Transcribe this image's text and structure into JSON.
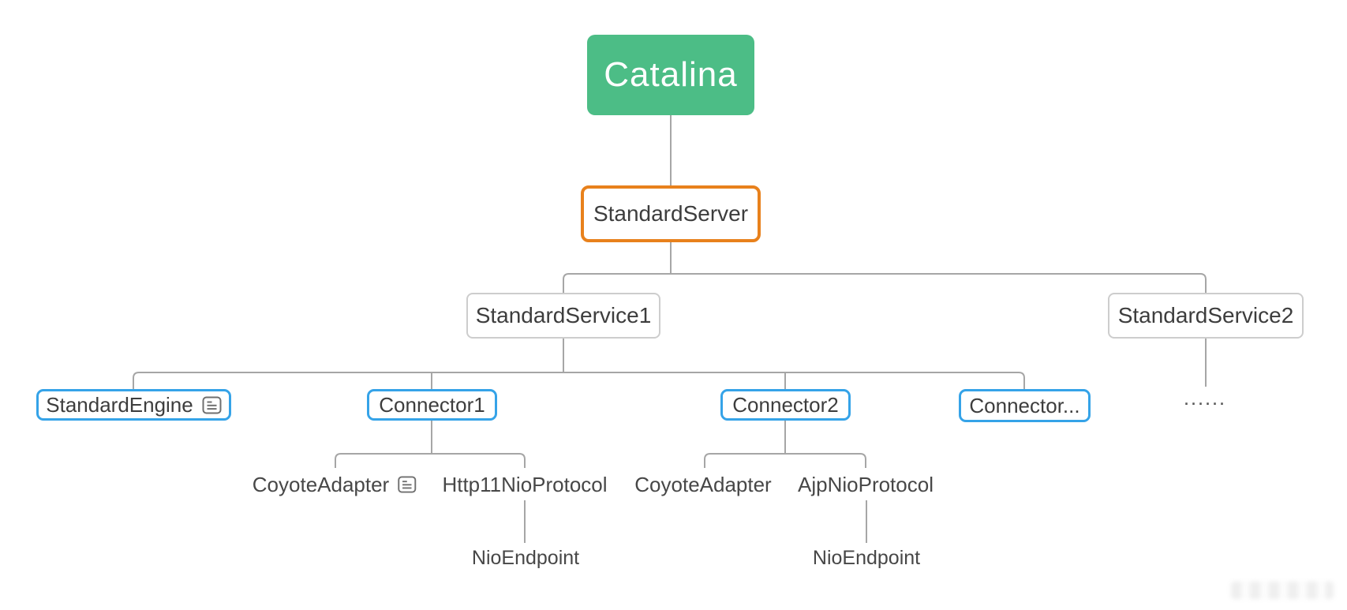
{
  "diagram": {
    "nodes": {
      "root": {
        "label": "Catalina"
      },
      "server": {
        "label": "StandardServer"
      },
      "service1": {
        "label": "StandardService1"
      },
      "service2": {
        "label": "StandardService2"
      },
      "engine": {
        "label": "StandardEngine",
        "icon": "note-icon"
      },
      "connector1": {
        "label": "Connector1"
      },
      "connector2": {
        "label": "Connector2"
      },
      "connector_more": {
        "label": "Connector..."
      },
      "service2_more": {
        "label": "······"
      },
      "coyote1": {
        "label": "CoyoteAdapter",
        "icon": "note-icon"
      },
      "http11": {
        "label": "Http11NioProtocol"
      },
      "nio1": {
        "label": "NioEndpoint"
      },
      "coyote2": {
        "label": "CoyoteAdapter"
      },
      "ajp": {
        "label": "AjpNioProtocol"
      },
      "nio2": {
        "label": "NioEndpoint"
      }
    },
    "colors": {
      "root_fill": "#4cbd86",
      "highlight_border": "#e8811c",
      "accent_border": "#35a3e8",
      "line": "#a6a6a6",
      "text": "#3d3d3d"
    }
  }
}
